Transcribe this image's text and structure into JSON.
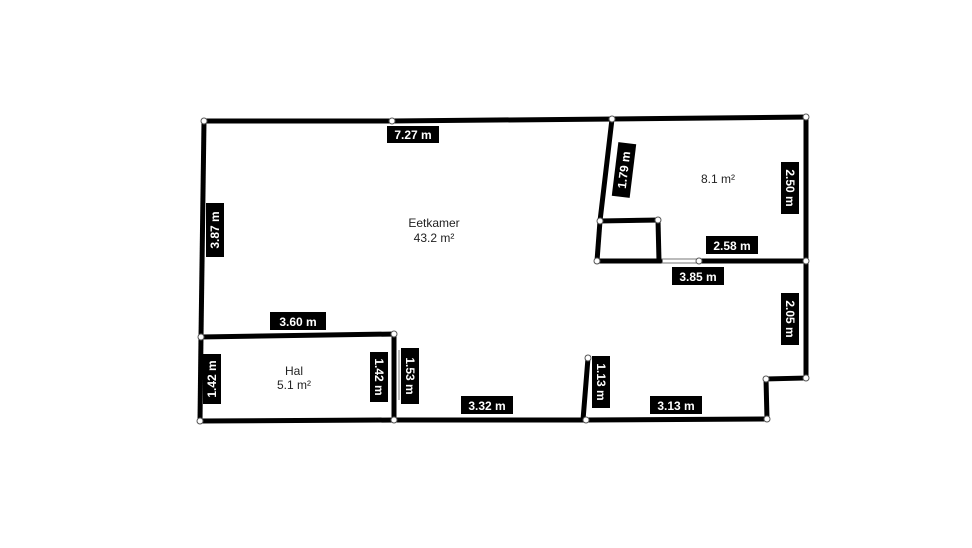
{
  "rooms": {
    "eetkamer": {
      "name": "Eetkamer",
      "area": "43.2 m²"
    },
    "hal": {
      "name": "Hal",
      "area": "5.1 m²"
    },
    "room3": {
      "area": "8.1 m²"
    }
  },
  "dimensions": {
    "top_wall": "7.27 m",
    "left_wall": "3.87 m",
    "hal_top": "3.60 m",
    "hal_left": "1.42 m",
    "hal_right": "1.42 m",
    "door_side": "1.53 m",
    "bottom_mid": "3.32 m",
    "step": "1.13 m",
    "bottom_right": "3.13 m",
    "right_lower": "2.05 m",
    "room3_right": "2.50 m",
    "room3_diag": "1.79 m",
    "room3_bottom": "2.58 m",
    "room3_lower_wall": "3.85 m"
  }
}
